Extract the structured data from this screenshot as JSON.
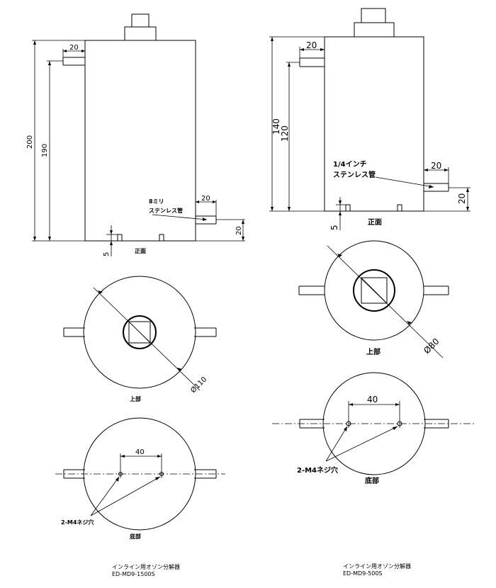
{
  "left_model": {
    "front": {
      "dim_pipe_top": "20",
      "dim_total_height": "200",
      "dim_inner_height": "190",
      "dim_pipe_side": "20",
      "dim_pipe_height": "20",
      "dim_feet": "5",
      "pipe_label_line1": "8ミリ",
      "pipe_label_line2": "ステンレス管",
      "view_label": "正面"
    },
    "top": {
      "dim_diameter": "Ø110",
      "view_label": "上部"
    },
    "bottom": {
      "dim_hole_spacing": "40",
      "holes_label": "2-M4ネジ穴",
      "view_label": "底部"
    },
    "caption_line1": "インライン用オゾン分解器",
    "caption_line2": "ED-MD9-1500S"
  },
  "right_model": {
    "front": {
      "dim_pipe_top": "20",
      "dim_total_height": "140",
      "dim_inner_height": "120",
      "dim_pipe_side": "20",
      "dim_pipe_height": "20",
      "dim_feet": "5",
      "pipe_label_line1": "1/4インチ",
      "pipe_label_line2": "ステンレス管",
      "view_label": "正面"
    },
    "top": {
      "dim_diameter": "Ø80",
      "view_label": "上部"
    },
    "bottom": {
      "dim_hole_spacing": "40",
      "holes_label": "2-M4ネジ穴",
      "view_label": "底部"
    },
    "caption_line1": "インライン用オゾン分解器",
    "caption_line2": "ED-MD9-500S"
  }
}
